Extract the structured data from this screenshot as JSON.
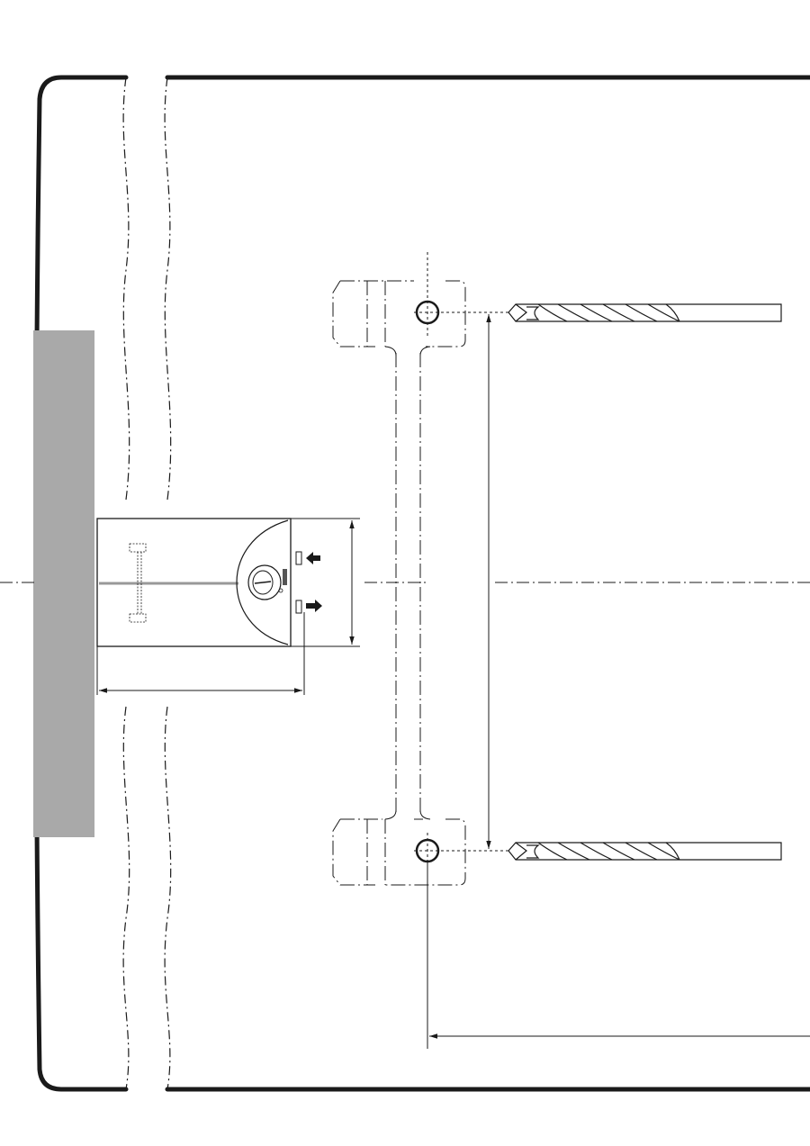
{
  "colors": {
    "line": "#1a1a1a",
    "wall": "#a9a9a9",
    "background": "#ffffff",
    "heater_seam": "#999999"
  },
  "parts": [
    "frame",
    "wall-panel",
    "water-heater",
    "mounting-template",
    "drill-bit-top",
    "drill-bit-bottom",
    "dimension-lines",
    "center-line"
  ]
}
